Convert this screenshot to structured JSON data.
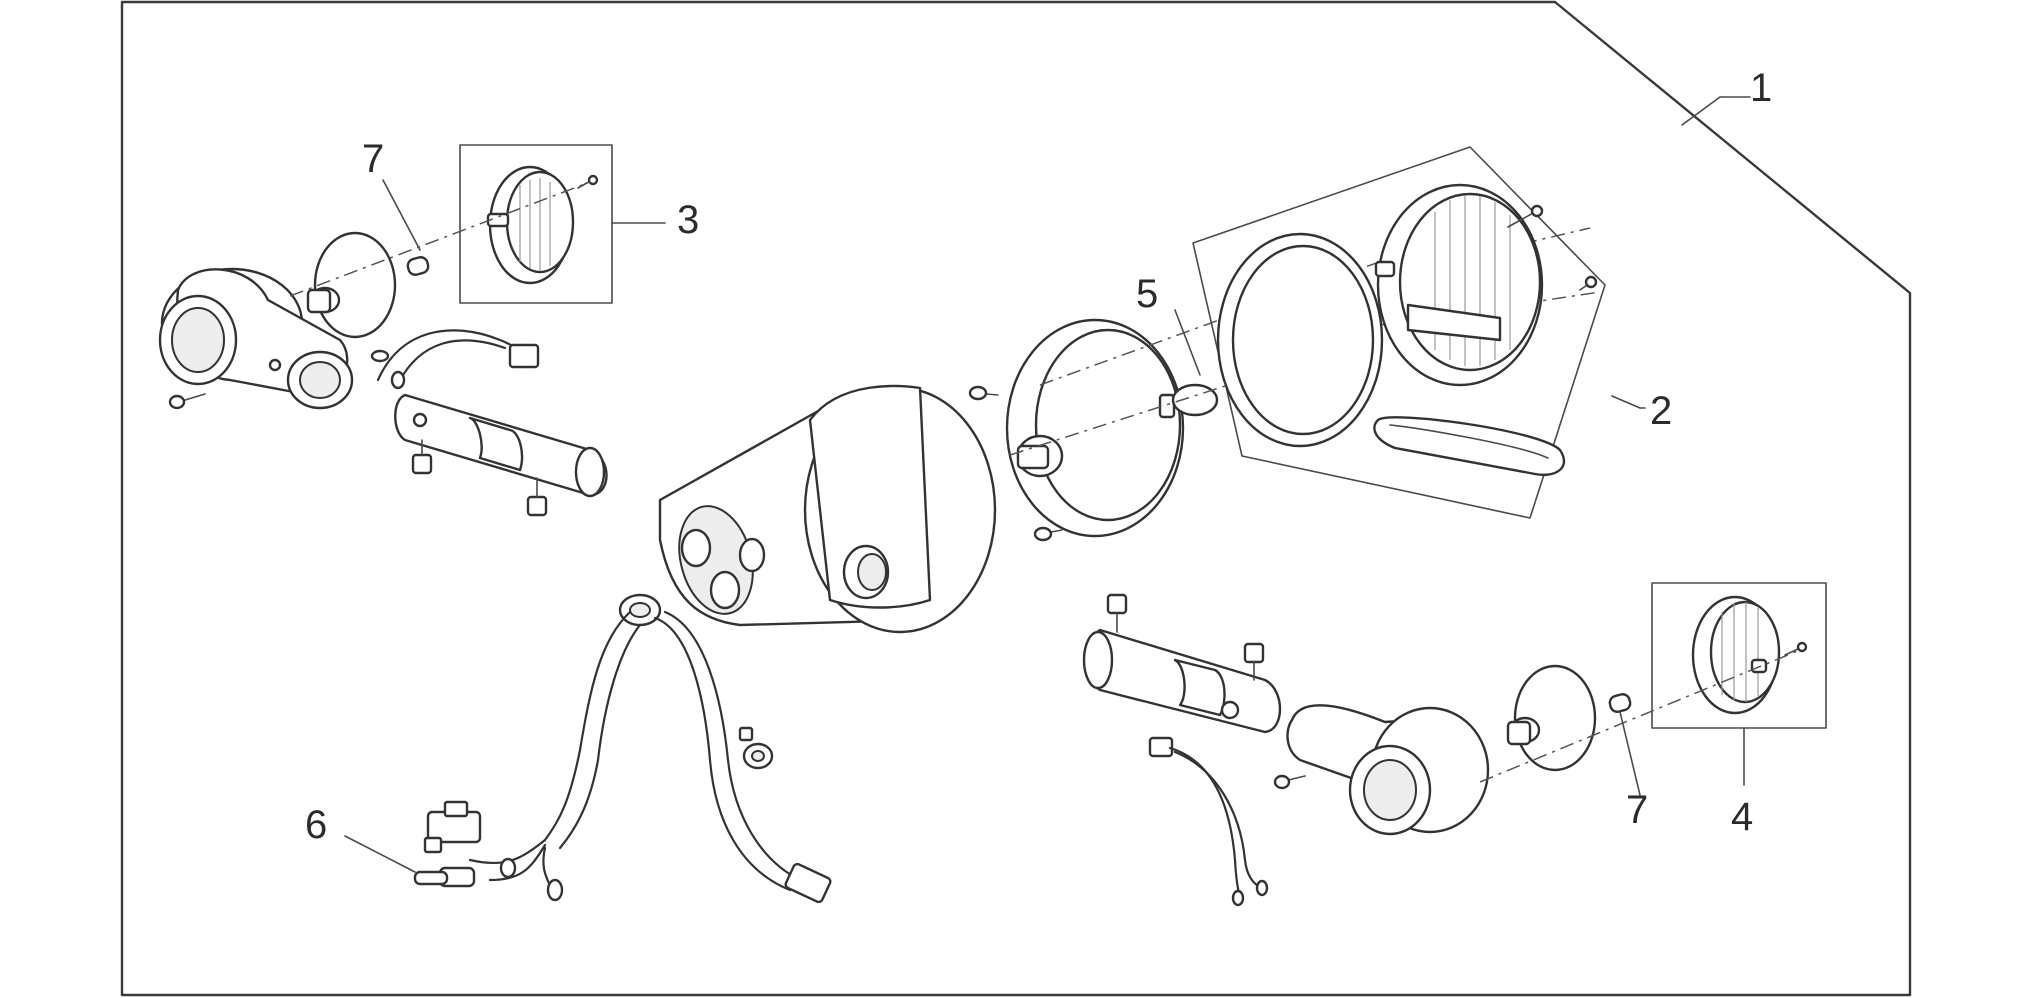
{
  "callouts": [
    {
      "id": "1",
      "text": "1"
    },
    {
      "id": "2",
      "text": "2"
    },
    {
      "id": "3",
      "text": "3"
    },
    {
      "id": "4",
      "text": "4"
    },
    {
      "id": "5",
      "text": "5"
    },
    {
      "id": "6",
      "text": "6"
    },
    {
      "id": "7a",
      "text": "7"
    },
    {
      "id": "7b",
      "text": "7"
    }
  ]
}
